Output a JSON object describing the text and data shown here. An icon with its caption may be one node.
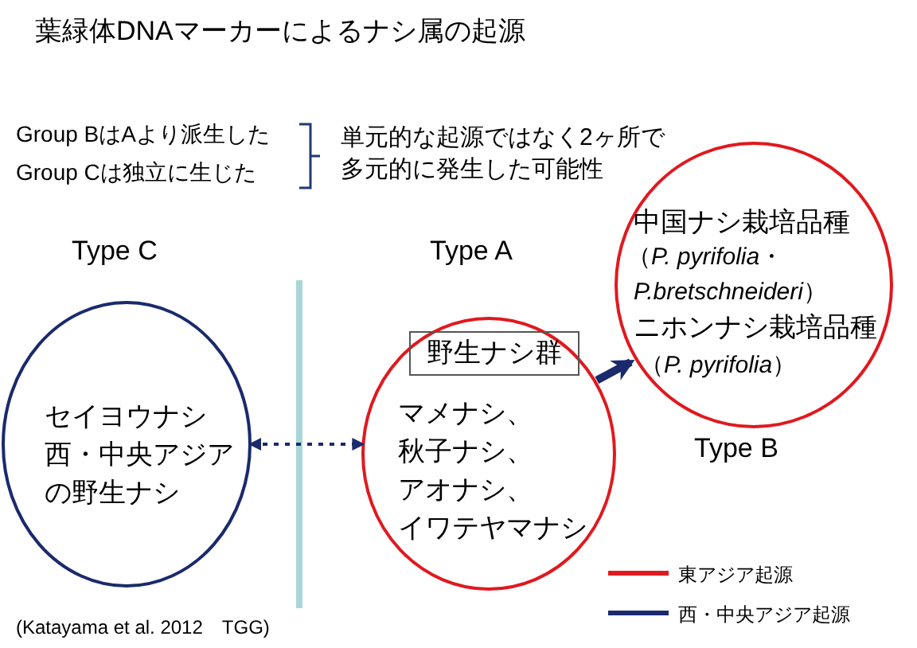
{
  "diagram": {
    "title": "葉緑体DNAマーカーによるナシ属の起源",
    "nodes": [
      {
        "text": [
          "Type C",
          "セイヨウナシ",
          "西・中央アジアの野生ナシ"
        ]
      },
      {
        "text": [
          "Type A",
          "マメナシ、",
          "秋子ナシ、",
          "アオナシ、",
          "イワテヤマナシ"
        ]
      },
      {
        "text": [
          "野生ナシ群"
        ],
        "in": 1
      },
      {
        "text": [
          "中国ナシ栽培品種",
          "（*P. pyrifolia*・",
          "*P.bretschneideri*）",
          "ニホンナシ栽培品種",
          "（*P. pyrifolia*）",
          "Type B"
        ]
      }
    ],
    "edges": [
      {
        "from": 0,
        "to": 1,
        "arrow": "both",
        "style": "dashed"
      },
      {
        "from": 1,
        "to": 3,
        "arrow": "to",
        "style": "thick"
      }
    ],
    "labels": [
      "Group BはAより派生した",
      "Group Cは独立に生じた",
      "単元的な起源ではなく2ヶ所で多元的に発生した可能性",
      "(Katayama et al. 2012　TGG)"
    ],
    "legend": [
      {
        "text": "東アジア起源"
      },
      {
        "text": "西・中央アジア起源"
      }
    ]
  }
}
